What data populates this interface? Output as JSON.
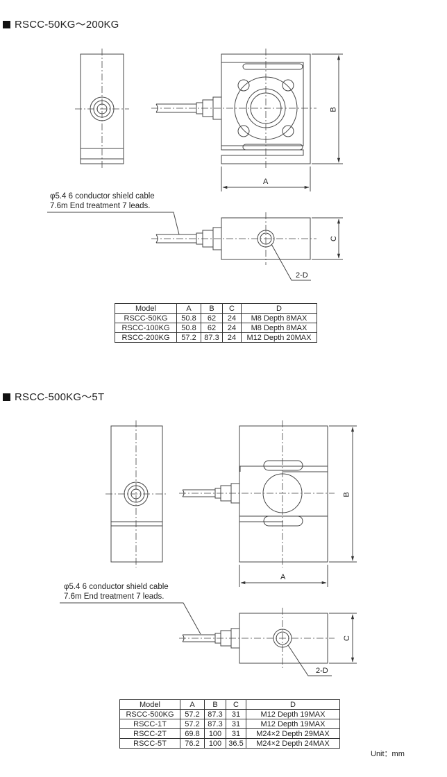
{
  "section1": {
    "heading": "RSCC-50KG～200KG",
    "cable_note": [
      "φ5.4 6 conductor shield cable",
      "7.6m End treatment 7 leads."
    ],
    "dims": {
      "a": "A",
      "b": "B",
      "c": "C",
      "d": "2-D"
    },
    "table": {
      "headers": [
        "Model",
        "A",
        "B",
        "C",
        "D"
      ],
      "rows": [
        [
          "RSCC-50KG",
          "50.8",
          "62",
          "24",
          "M8 Depth 8MAX"
        ],
        [
          "RSCC-100KG",
          "50.8",
          "62",
          "24",
          "M8 Depth 8MAX"
        ],
        [
          "RSCC-200KG",
          "57.2",
          "87.3",
          "24",
          "M12 Depth 20MAX"
        ]
      ]
    }
  },
  "section2": {
    "heading": "RSCC-500KG～5T",
    "cable_note": [
      "φ5.4 6 conductor shield cable",
      "7.6m End treatment 7 leads."
    ],
    "dims": {
      "a": "A",
      "b": "B",
      "c": "C",
      "d": "2-D"
    },
    "table": {
      "headers": [
        "Model",
        "A",
        "B",
        "C",
        "D"
      ],
      "rows": [
        [
          "RSCC-500KG",
          "57.2",
          "87.3",
          "31",
          "M12 Depth 19MAX"
        ],
        [
          "RSCC-1T",
          "57.2",
          "87.3",
          "31",
          "M12 Depth 19MAX"
        ],
        [
          "RSCC-2T",
          "69.8",
          "100",
          "31",
          "M24×2 Depth 29MAX"
        ],
        [
          "RSCC-5T",
          "76.2",
          "100",
          "36.5",
          "M24×2 Depth 24MAX"
        ]
      ]
    }
  },
  "unit_label": "Unit：mm"
}
